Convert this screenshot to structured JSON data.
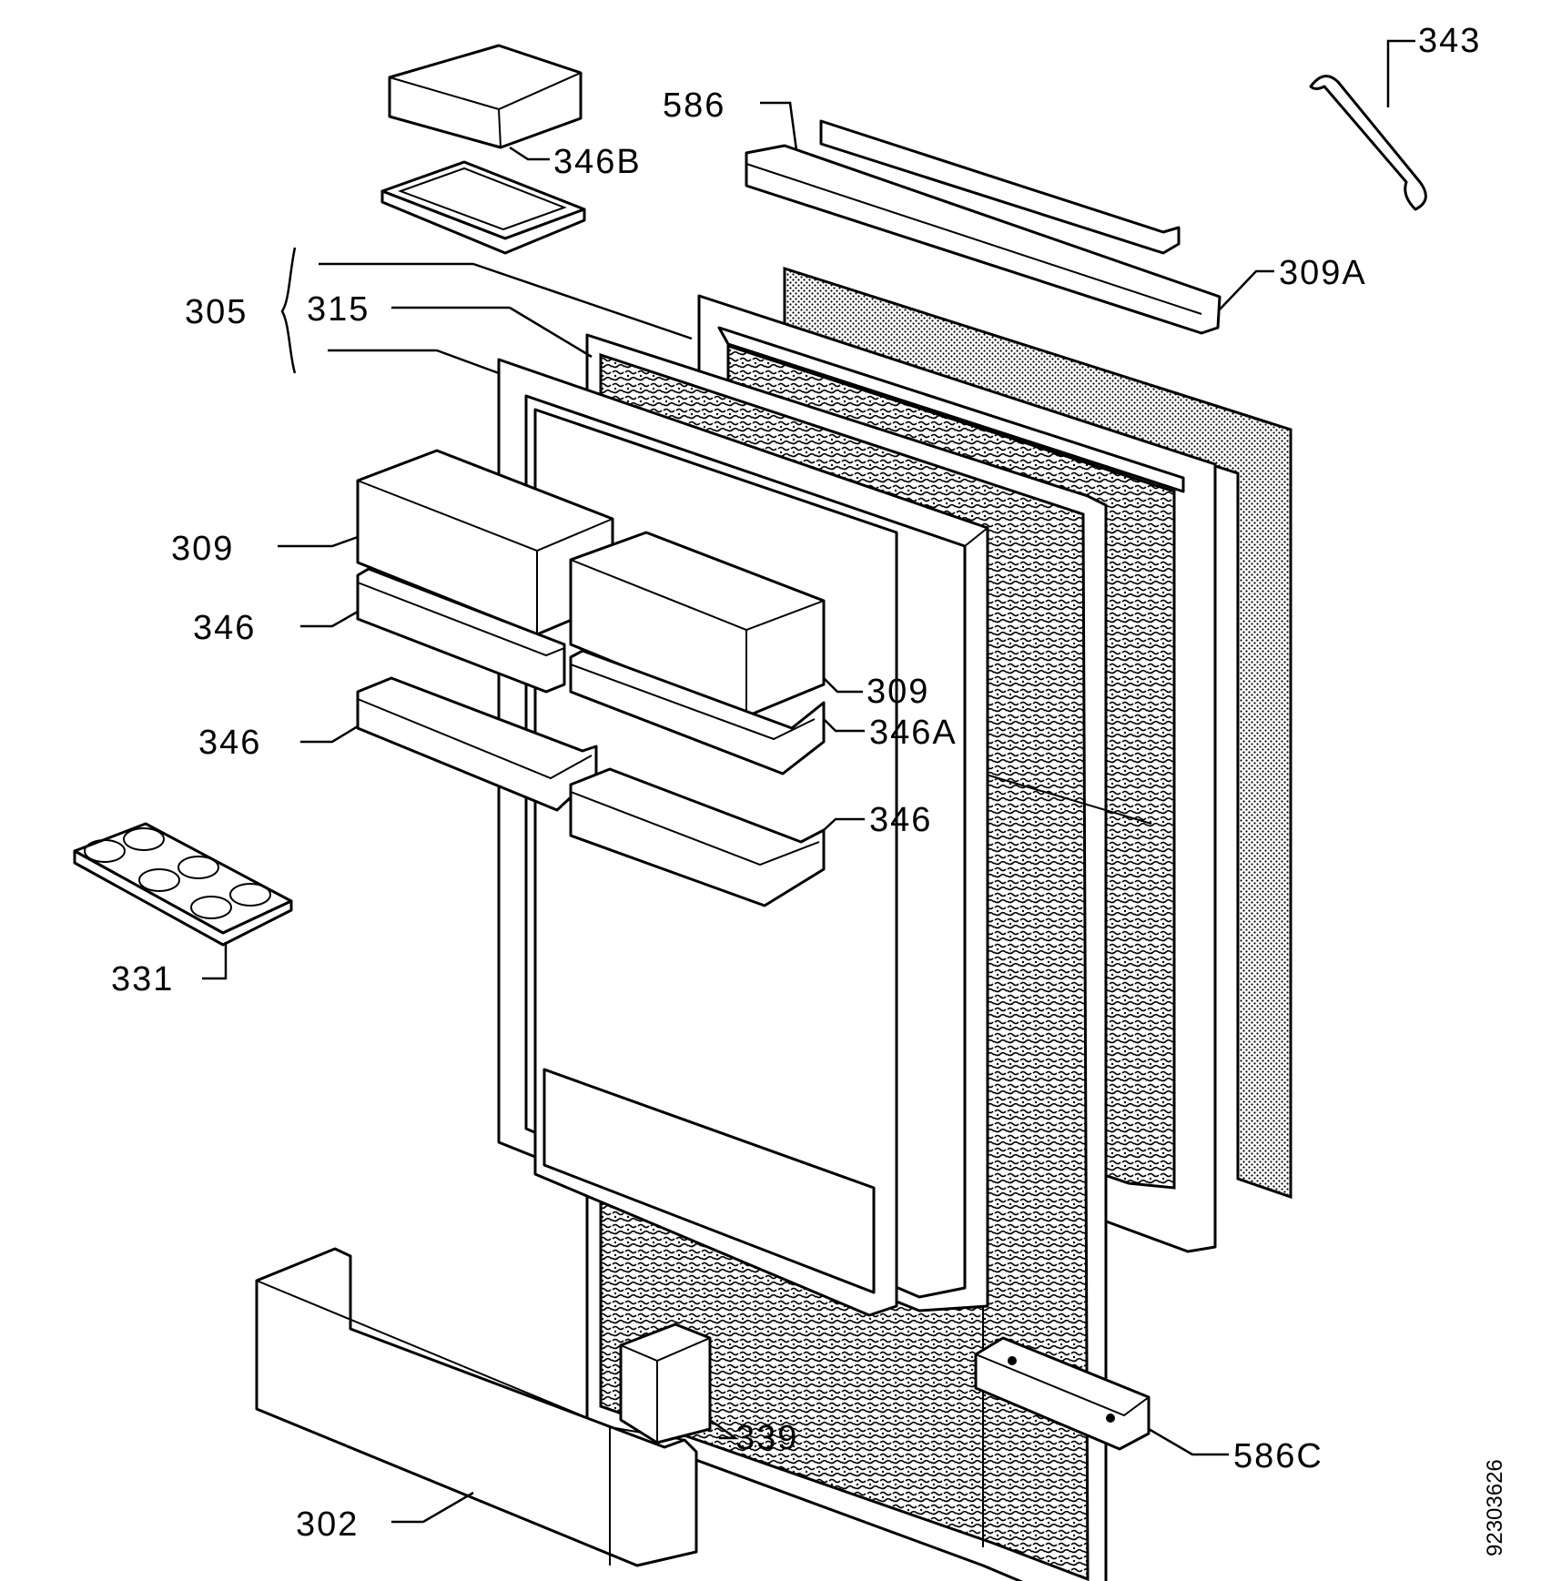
{
  "labels": {
    "p305": "305",
    "p315": "315",
    "p309_left": "309",
    "p346_upper": "346",
    "p346_lower": "346",
    "p331": "331",
    "p302": "302",
    "p339": "339",
    "p586C": "586C",
    "p346_right": "346",
    "p346A": "346A",
    "p309_right": "309",
    "p309A": "309A",
    "p586": "586",
    "p346B": "346B",
    "p343": "343"
  },
  "drawing_code": "92303626"
}
